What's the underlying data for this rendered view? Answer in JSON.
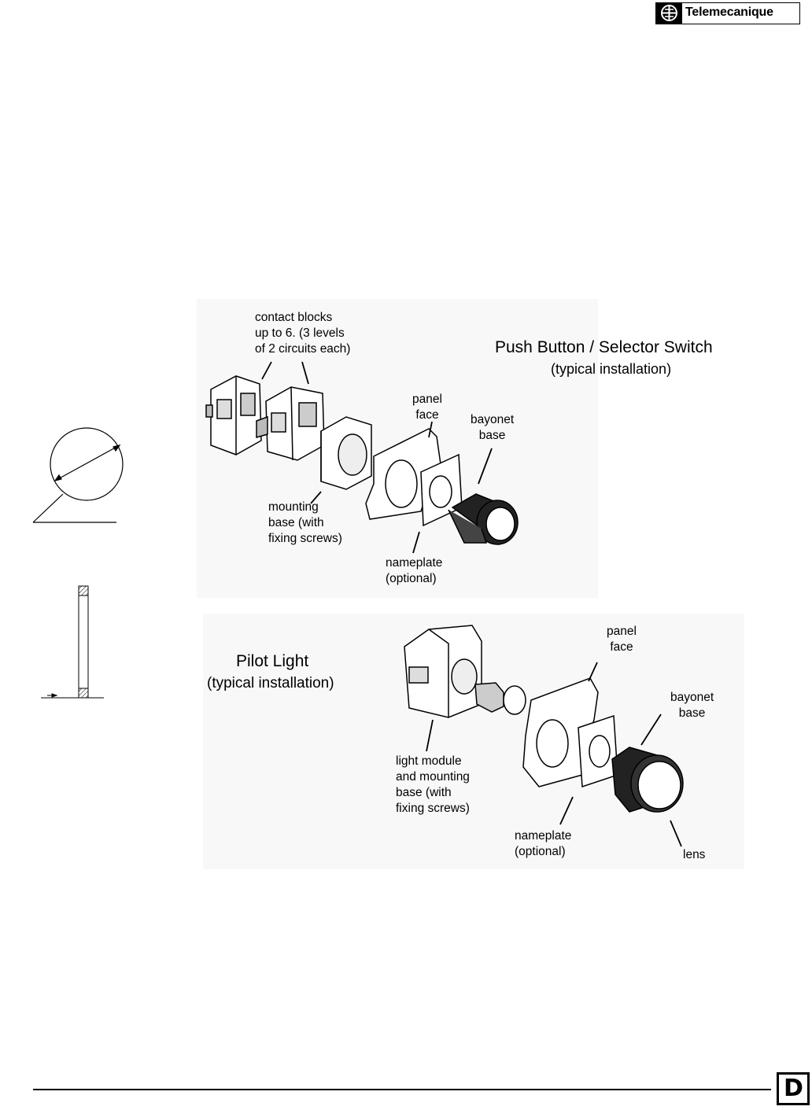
{
  "header": {
    "brand_name": "Telemecanique",
    "logo_icon": "telemecanique-logo-icon"
  },
  "push_button": {
    "title": "Push Button / Selector Switch",
    "subtitle": "(typical installation)",
    "callouts": {
      "contact_blocks": [
        "contact blocks",
        "up to 6. (3 levels",
        "of 2 circuits each)"
      ],
      "panel_face": [
        "panel",
        "face"
      ],
      "bayonet_base": [
        "bayonet",
        "base"
      ],
      "mounting_base": [
        "mounting",
        "base (with",
        "fixing screws)"
      ],
      "nameplate": [
        "nameplate",
        "(optional)"
      ]
    }
  },
  "pilot_light": {
    "title": "Pilot Light",
    "subtitle": "(typical installation)",
    "callouts": {
      "panel_face": [
        "panel",
        "face"
      ],
      "bayonet_base": [
        "bayonet",
        "base"
      ],
      "light_module": [
        "light module",
        "and mounting",
        "base (with",
        "fixing screws)"
      ],
      "nameplate": [
        "nameplate",
        "(optional)"
      ],
      "lens": [
        "lens"
      ]
    }
  },
  "footer": {
    "badge_letter": "D",
    "badge_icon": "square-d-logo-icon"
  }
}
